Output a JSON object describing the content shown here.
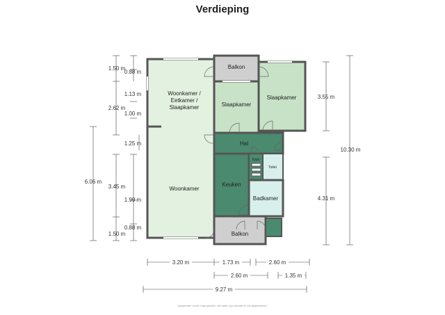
{
  "title": "Verdieping",
  "rooms": {
    "woonkamer_eetkamer_1": "Woonkamer /",
    "woonkamer_eetkamer_2": "Eetkamer /",
    "woonkamer_eetkamer_3": "Slaapkamer",
    "woonkamer": "Woonkamer",
    "balkon_top": "Balkon",
    "balkon_bottom": "Balkon",
    "slaapkamer_left": "Slaapkamer",
    "slaapkamer_right": "Slaapkamer",
    "hal": "Hal",
    "kast": "Kast",
    "toilet": "Toilet",
    "keuken": "Keuken",
    "badkamer": "Badkamer"
  },
  "dims_left": {
    "d1": "1.50 m",
    "d2": "0.88 m",
    "d3": "1.13 m",
    "d4": "2.62 m",
    "d5": "1.00 m",
    "d6": "1.25 m",
    "d7": "6.06 m",
    "d8": "3.45 m",
    "d9": "1.99 m",
    "d10": "0.88 m",
    "d11": "1.50 m"
  },
  "dims_right": {
    "d1": "3.55 m",
    "d2": "10.30 m",
    "d3": "4.31 m"
  },
  "dims_bottom": {
    "d1": "3.20 m",
    "d2": "1.73 m",
    "d3": "2.60 m",
    "d4": "2.60 m",
    "d5": "1.35 m",
    "d6": "9.27 m"
  },
  "footer": "Aangeboden zonder enige garantie. Alle maten zijn indicatief en niet gegarandeerd."
}
